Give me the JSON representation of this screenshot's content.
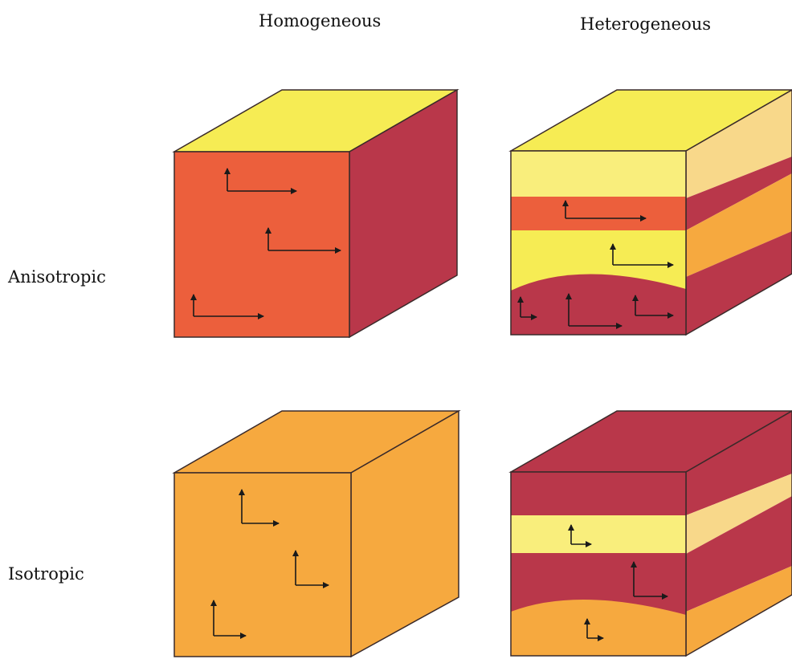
{
  "columns": [
    "Homogeneous",
    "Heterogeneous"
  ],
  "rows": [
    "Anisotropic",
    "Isotropic"
  ],
  "colors": {
    "yellow_top": "#f6ec54",
    "red_orange": "#ec5f3c",
    "maroon": "#b9374a",
    "orange": "#f6a93f",
    "light_yellow": "#f9ee7c",
    "pale": "#f8d88a",
    "outline": "#3a2a2a",
    "arrow": "#1a1a1a"
  }
}
